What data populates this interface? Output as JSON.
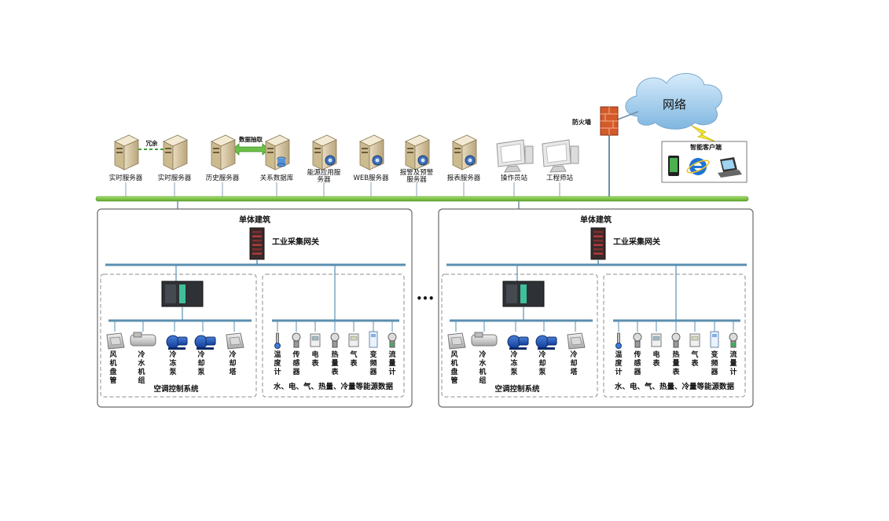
{
  "cloud": {
    "label": "网络"
  },
  "firewall": {
    "label": "防火墙"
  },
  "smart_client": {
    "title": "智能客户端"
  },
  "servers": [
    {
      "label": "实时服务器"
    },
    {
      "label": "实时服务器"
    },
    {
      "label": "历史服务器"
    },
    {
      "label": "关系数据库"
    },
    {
      "label": "能源应用服务器"
    },
    {
      "label": "WEB服务器"
    },
    {
      "label": "报警及预警服务器"
    },
    {
      "label": "报表服务器"
    },
    {
      "label": "操作员站"
    },
    {
      "label": "工程师站"
    }
  ],
  "links": {
    "redundant": "冗余",
    "extraction": "数据抽取"
  },
  "ellipsis": "•••",
  "buildings": [
    {
      "title": "单体建筑",
      "gateway": "工业采集网关",
      "hvac": {
        "caption": "空调控制系统",
        "devices": [
          "风机盘管",
          "冷水机组",
          "冷冻泵",
          "冷却泵",
          "冷却塔"
        ]
      },
      "energy": {
        "caption": "水、电、气、热量、冷量等能源数据",
        "devices": [
          "温度计",
          "传感器",
          "电表",
          "热量表",
          "气表",
          "变频器",
          "流量计"
        ]
      }
    },
    {
      "title": "单体建筑",
      "gateway": "工业采集网关",
      "hvac": {
        "caption": "空调控制系统",
        "devices": [
          "风机盘管",
          "冷水机组",
          "冷冻泵",
          "冷却泵",
          "冷却塔"
        ]
      },
      "energy": {
        "caption": "水、电、气、热量、冷量等能源数据",
        "devices": [
          "温度计",
          "传感器",
          "电表",
          "热量表",
          "气表",
          "变频器",
          "流量计"
        ]
      }
    }
  ]
}
